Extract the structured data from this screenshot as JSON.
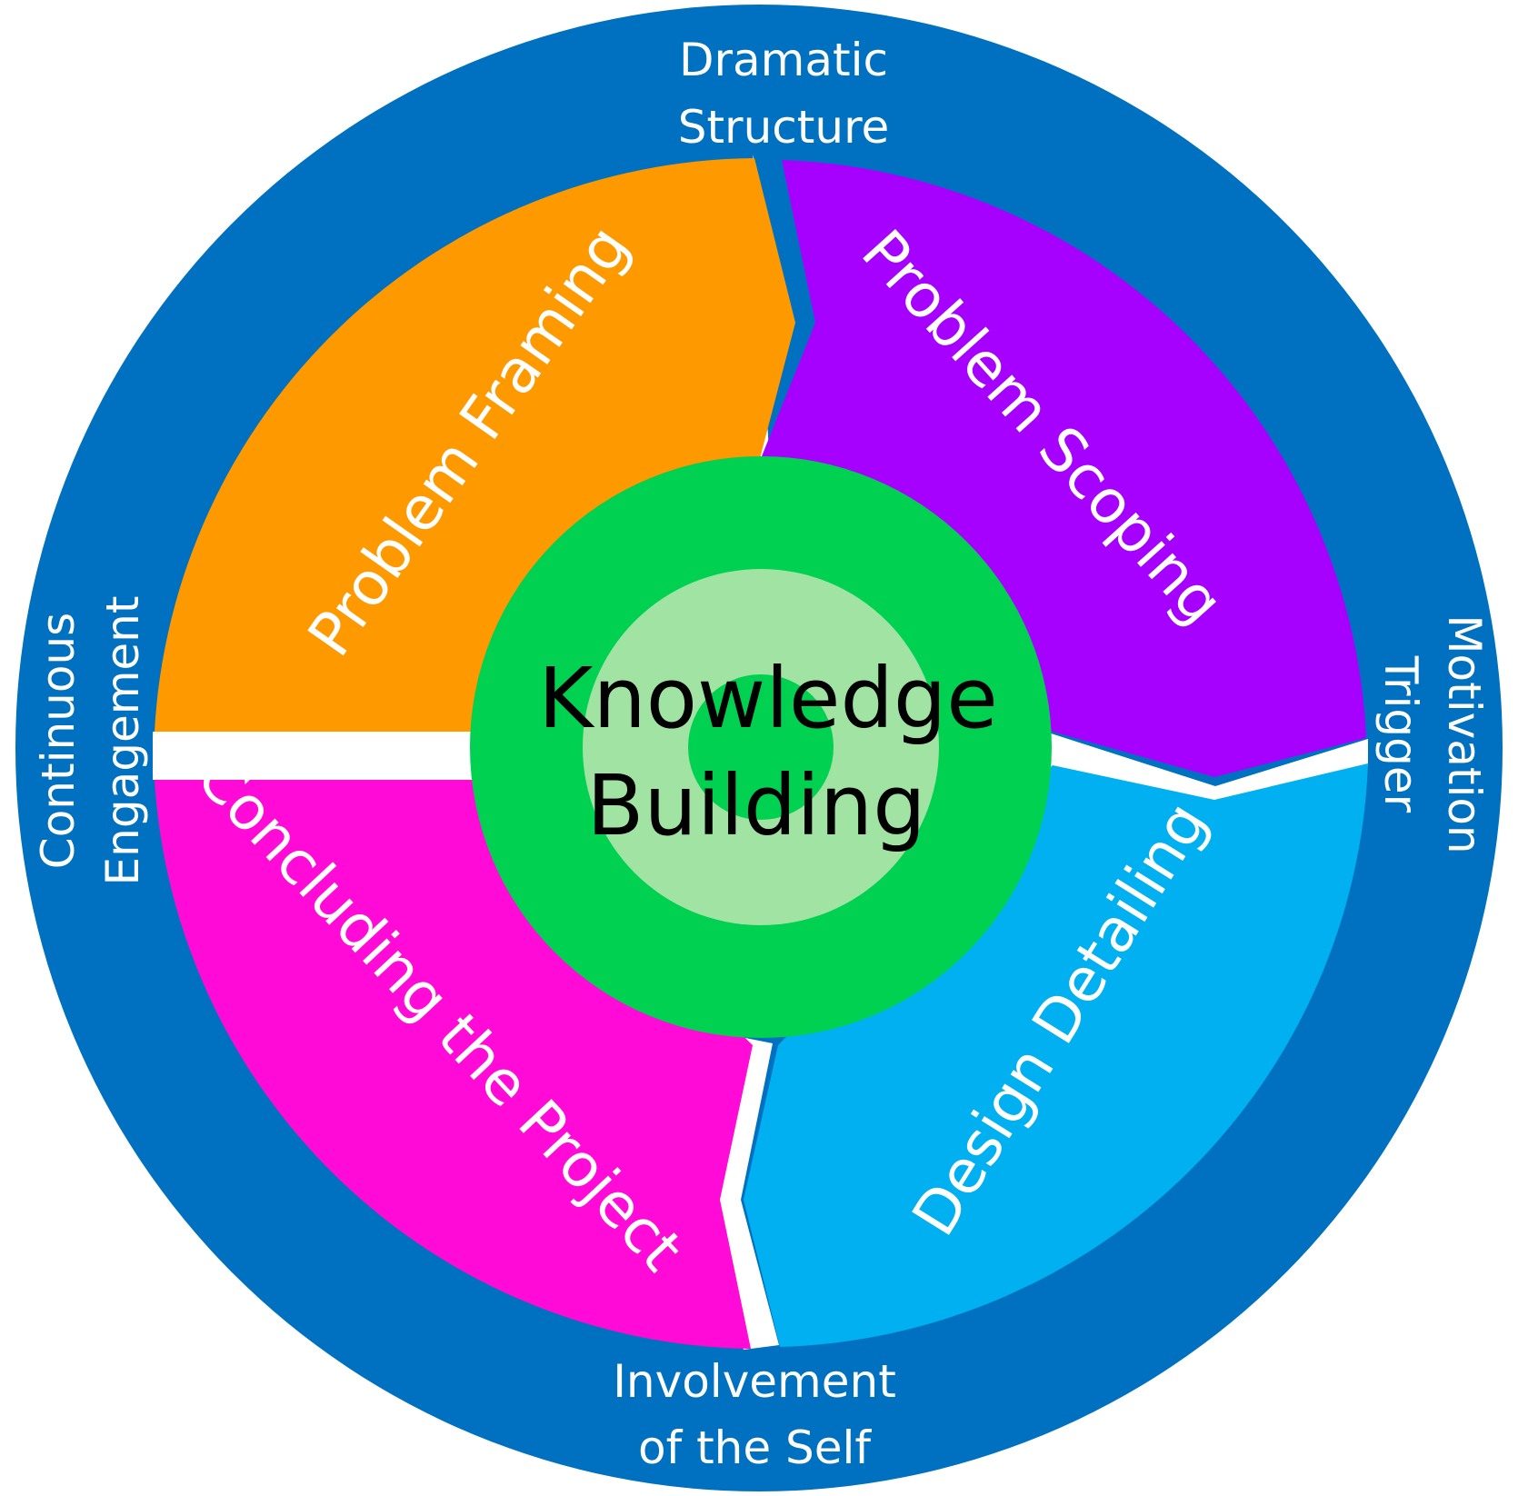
{
  "colors": {
    "outer_ring": "#0070C0",
    "separator": "#FFFFFF",
    "problem_framing": "#FF9900",
    "problem_scoping": "#A600FF",
    "design_detailing": "#00B0F0",
    "concluding_the_project": "#FF0AD6",
    "core_outer": "#00D150",
    "core_middle": "#A0E3A2",
    "core_inner": "#00D150",
    "center_text": "#000000",
    "ring_text": "#FFFFFF"
  },
  "outer_ring": {
    "top": {
      "line1": "Dramatic",
      "line2": "Structure"
    },
    "right": {
      "line1": "Motivation",
      "line2": "Trigger"
    },
    "bottom": {
      "line1": "Involvement",
      "line2": "of the Self"
    },
    "left": {
      "line1": "Continuous",
      "line2": "Engagement"
    }
  },
  "segments": {
    "problem_framing": "Problem Framing",
    "problem_scoping": "Problem Scoping",
    "design_detailing": "Design Detailing",
    "concluding_the_project": "Concluding the Project"
  },
  "center": {
    "line1": "Knowledge",
    "line2": "Building"
  }
}
